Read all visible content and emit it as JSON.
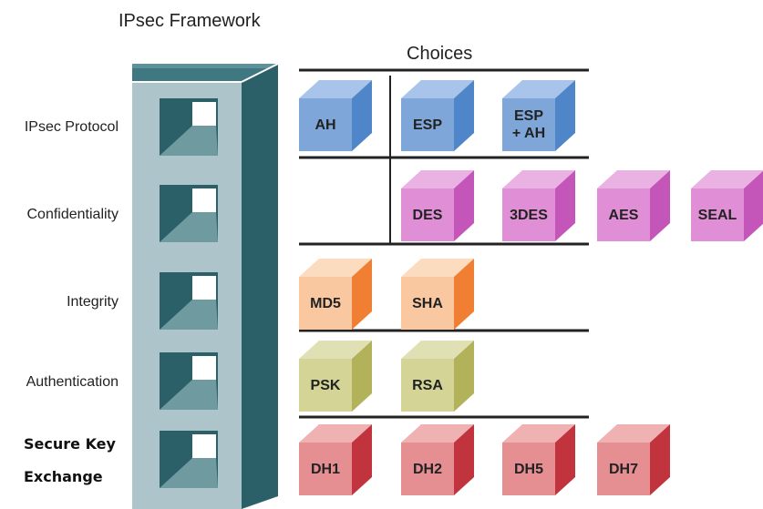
{
  "framework": {
    "title": "IPsec Framework",
    "choices_title": "Choices"
  },
  "rows": [
    {
      "label": "IPsec Protocol",
      "bold": false,
      "options": [
        "AH",
        "ESP",
        "ESP\n+ AH"
      ],
      "color": "blue"
    },
    {
      "label": "Confidentiality",
      "bold": false,
      "options": [
        "DES",
        "3DES",
        "AES",
        "SEAL"
      ],
      "color": "magenta"
    },
    {
      "label": "Integrity",
      "bold": false,
      "options": [
        "MD5",
        "SHA"
      ],
      "color": "orange"
    },
    {
      "label": "Authentication",
      "bold": false,
      "options": [
        "PSK",
        "RSA"
      ],
      "color": "olive"
    },
    {
      "label": "Secure Key\nExchange",
      "bold": true,
      "options": [
        "DH1",
        "DH2",
        "DH5",
        "DH7"
      ],
      "color": "red"
    }
  ],
  "colors": {
    "blue": {
      "front": "#7fa6d9",
      "top": "#a9c4ea",
      "side": "#4f86c9"
    },
    "magenta": {
      "front": "#e08fd6",
      "top": "#eab1e3",
      "side": "#c356b8"
    },
    "orange": {
      "front": "#f9c8a0",
      "top": "#fcdcbf",
      "side": "#f07f33"
    },
    "olive": {
      "front": "#d3d495",
      "top": "#e0e0b5",
      "side": "#b2b25b"
    },
    "red": {
      "front": "#e68f92",
      "top": "#f0b1b3",
      "side": "#c1343e"
    },
    "tower_front": "#adc5ca",
    "tower_side": "#2c6068",
    "tower_top": "#3f7880",
    "tower_window": "#2c6068"
  }
}
